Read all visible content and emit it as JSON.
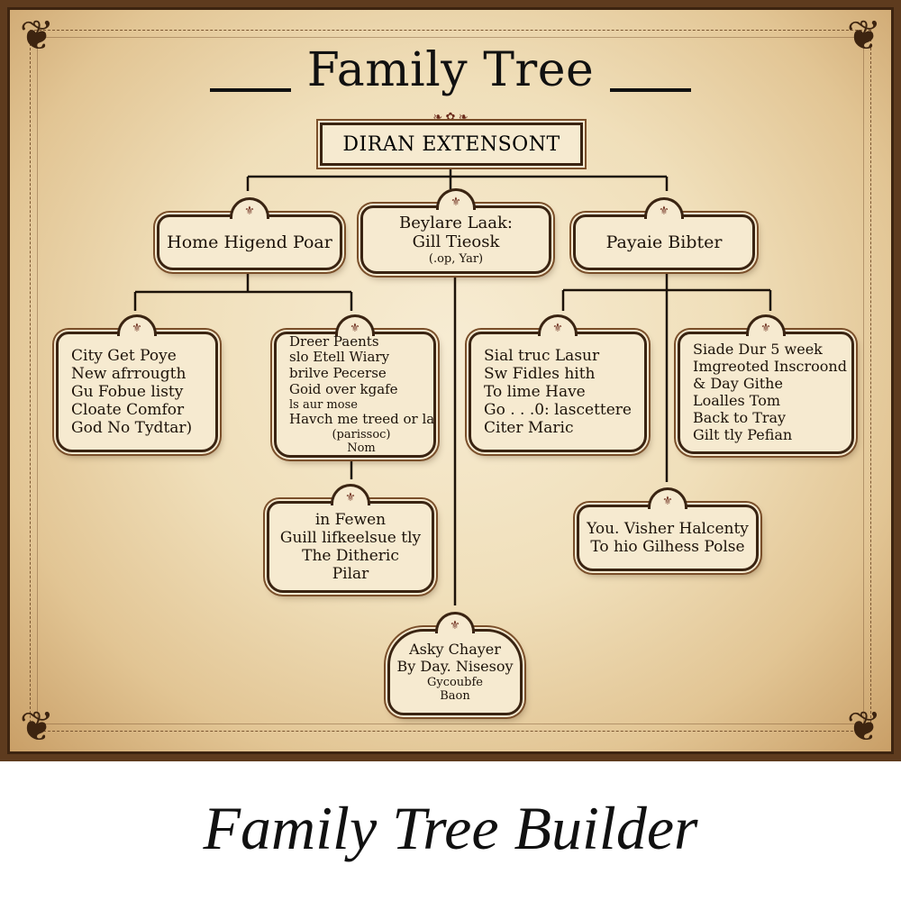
{
  "title": "Family Tree",
  "caption": "Family Tree Builder",
  "root": "DIRAN EXTENSONT",
  "colors": {
    "ink": "#1c1209",
    "parchment": "#f0dfba",
    "frame": "#5e3b1e"
  },
  "ornament_icon": "fleur-de-lis",
  "generation_2": [
    {
      "lines": [
        "Home Higend Poar"
      ]
    },
    {
      "lines": [
        "Beylare Laak:",
        "Gill Tieosk",
        "(.op, Yar)"
      ]
    },
    {
      "lines": [
        "Payaie Bibter"
      ]
    }
  ],
  "generation_3": [
    {
      "lines": [
        "City Get Poye",
        "New afrrougth",
        "Gu Fobue listy",
        "Cloate Comfor",
        "God No Tydtar)"
      ]
    },
    {
      "lines": [
        "Dreer Paents",
        "slo Etell Wiary",
        "brilve Pecerse",
        "Goid over kgafe",
        "ls aur mose",
        "Havch me treed or la",
        "(parissoc)",
        "Nom"
      ]
    },
    {
      "lines": [
        "Sial truc Lasur",
        "Sw Fidles hith",
        "To lime Have",
        "Go . . .0: lascettere",
        "Citer Maric"
      ]
    },
    {
      "lines": [
        "Siade Dur 5 week",
        "Imgreoted Inscroond",
        "& Day Githe",
        "Loalles Tom",
        "Back to Tray",
        "Gilt tly Pefian"
      ]
    }
  ],
  "generation_4": [
    {
      "lines": [
        "in Fewen",
        "Guill lifkeelsue tly",
        "The Ditheric",
        "Pilar"
      ]
    },
    {
      "lines": [
        "Asky Chayer",
        "By Day. Nisesoy",
        "Gycoubfe",
        "Baon"
      ]
    },
    {
      "lines": [
        "You. Visher Halcenty",
        "To hio Gilhess Polse"
      ]
    }
  ]
}
